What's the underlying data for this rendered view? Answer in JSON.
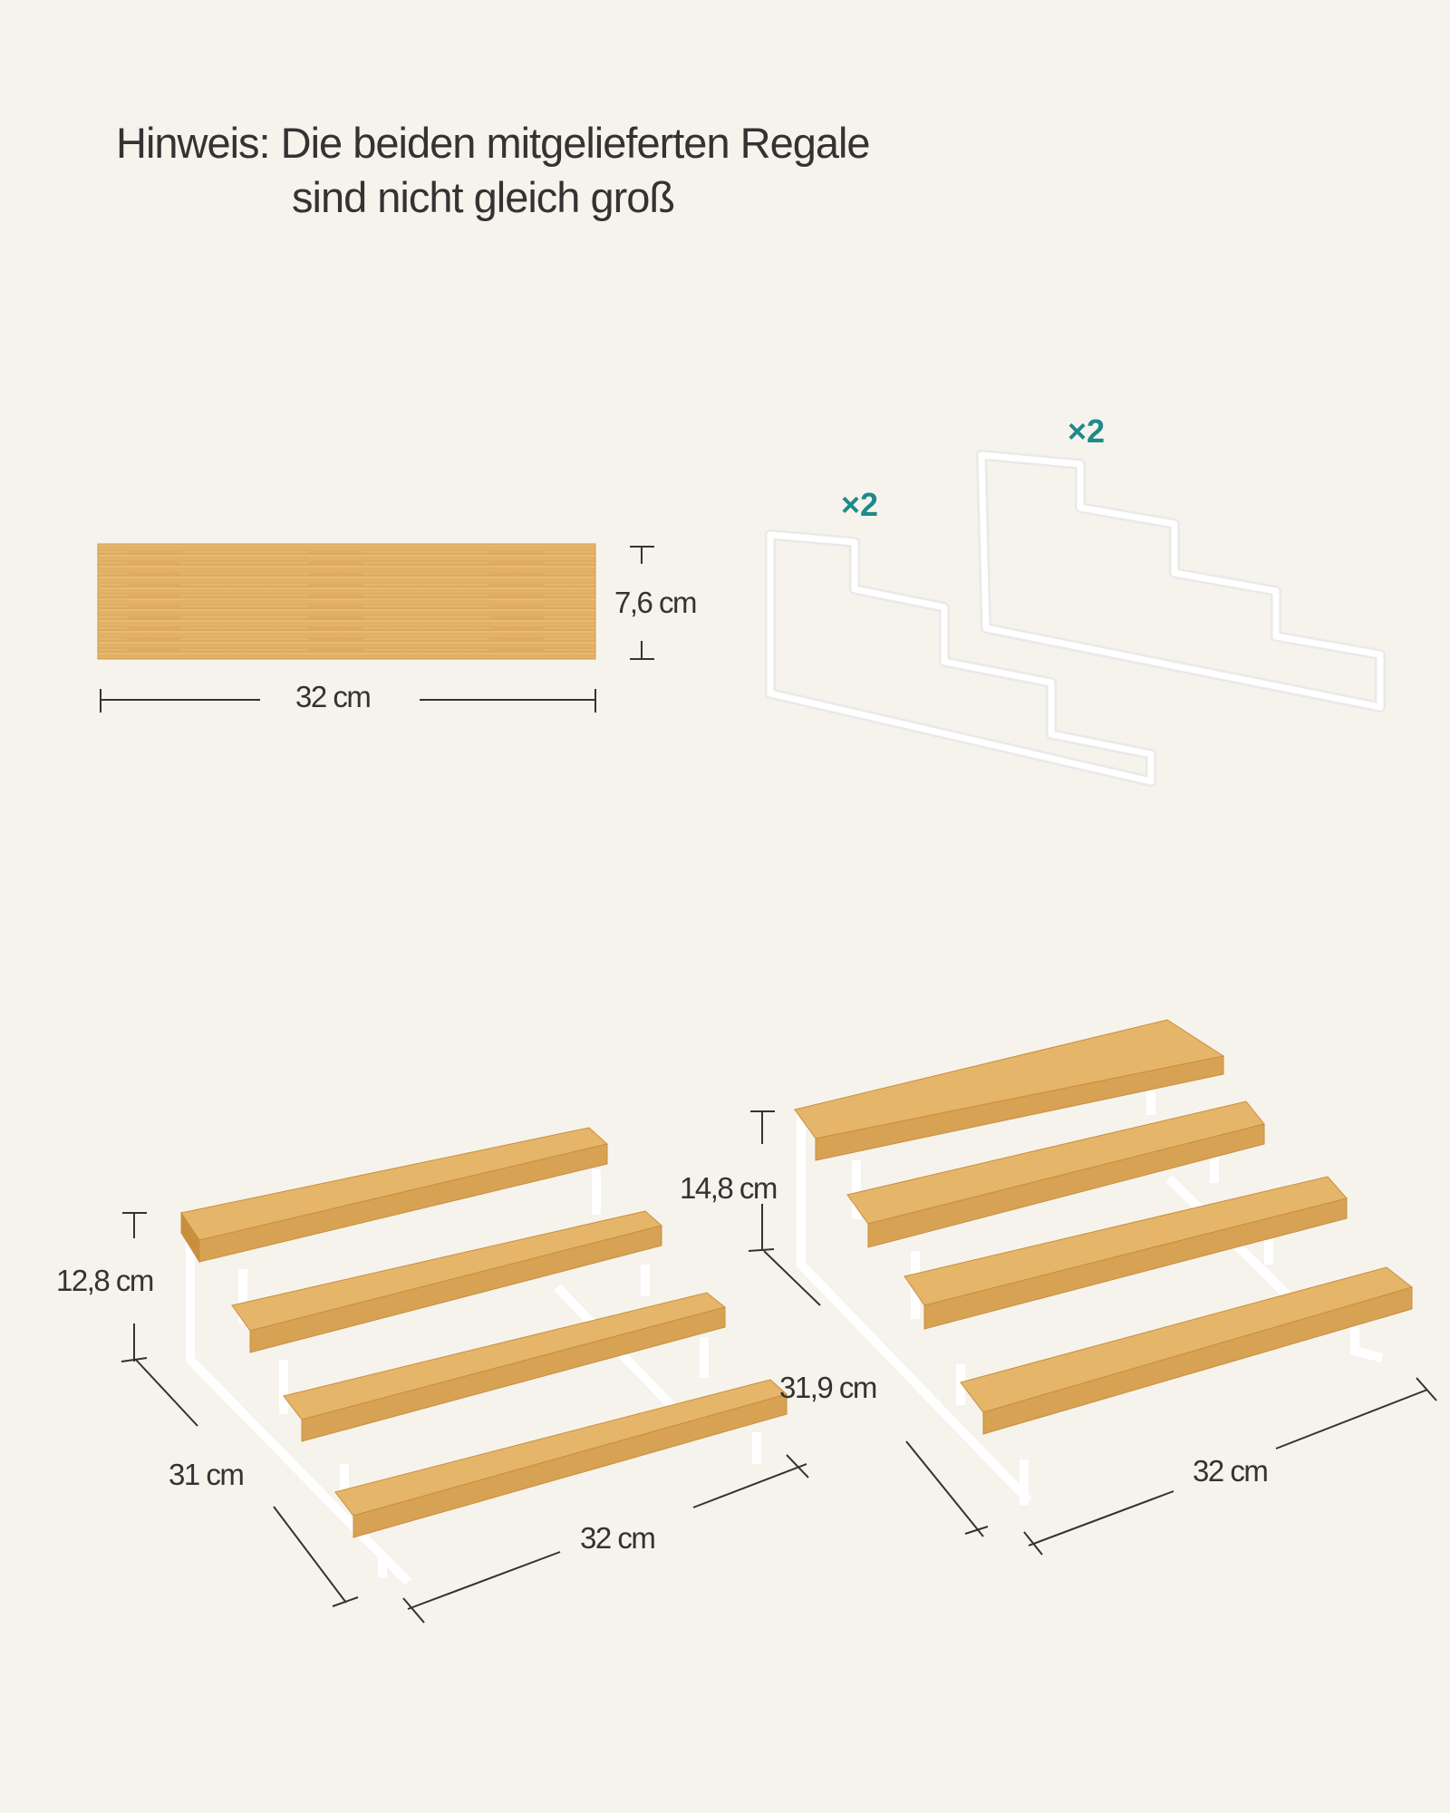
{
  "title": {
    "line1": "Hinweis: Die beiden mitgelieferten Regale",
    "line2": "sind nicht gleich groß"
  },
  "board": {
    "width_label": "32 cm",
    "height_label": "7,6 cm"
  },
  "brackets": {
    "small_qty": "×2",
    "large_qty": "×2"
  },
  "shelf_small": {
    "height_label": "12,8 cm",
    "depth_label": "31 cm",
    "width_label": "32 cm"
  },
  "shelf_large": {
    "height_label": "14,8 cm",
    "depth_label": "31,9 cm",
    "width_label": "32 cm"
  },
  "colors": {
    "background": "#f6f3ec",
    "bamboo": "#e3b56c",
    "bamboo_edge": "#c98f3e",
    "frame": "#ffffff",
    "accent": "#1f8a8a",
    "text": "#333333"
  }
}
